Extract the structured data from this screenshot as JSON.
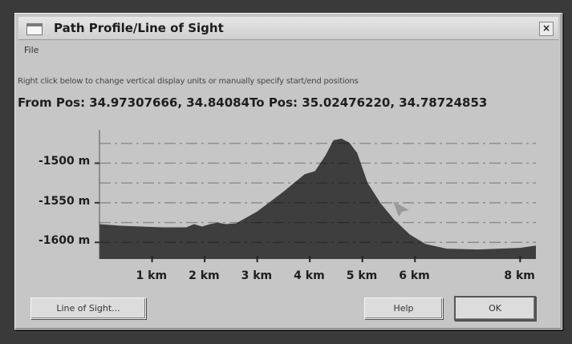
{
  "window": {
    "title": "Path Profile/Line of Sight",
    "close_glyph": "×"
  },
  "menu": {
    "file": "File"
  },
  "hint": "Right click below to change vertical display units or manually specify start/end positions",
  "positions": {
    "from_label": "From Pos: 34.97307666, 34.84084",
    "to_label": "To Pos: 35.02476220, 34.78724853"
  },
  "buttons": {
    "line_of_sight": "Line of Sight...",
    "help": "Help",
    "ok": "OK"
  },
  "chart_data": {
    "type": "area",
    "yticks": [
      "-1500 m",
      "-1550 m",
      "-1600 m"
    ],
    "xticks": [
      "1 km",
      "2 km",
      "3 km",
      "4 km",
      "5 km",
      "6 km",
      "8 km"
    ],
    "x_km": [
      0,
      0.4,
      1.2,
      1.65,
      1.8,
      1.95,
      2.1,
      2.25,
      2.4,
      2.6,
      3.0,
      3.5,
      3.9,
      4.1,
      4.3,
      4.45,
      4.6,
      4.75,
      4.9,
      5.1,
      5.35,
      5.6,
      5.9,
      6.2,
      6.6,
      7.2,
      8.0,
      8.3
    ],
    "elevation_m": [
      -1577,
      -1579,
      -1581,
      -1581,
      -1577,
      -1580,
      -1577,
      -1575,
      -1577,
      -1576,
      -1561,
      -1536,
      -1514,
      -1510,
      -1490,
      -1471,
      -1469,
      -1474,
      -1487,
      -1525,
      -1551,
      -1571,
      -1590,
      -1602,
      -1608,
      -1609,
      -1607,
      -1604
    ],
    "xlim": [
      0,
      8.3
    ],
    "ylim": [
      -1621,
      -1458
    ],
    "grid": true,
    "fill_color": "#3e3e3e",
    "grid_color": "#d8d8d8"
  }
}
